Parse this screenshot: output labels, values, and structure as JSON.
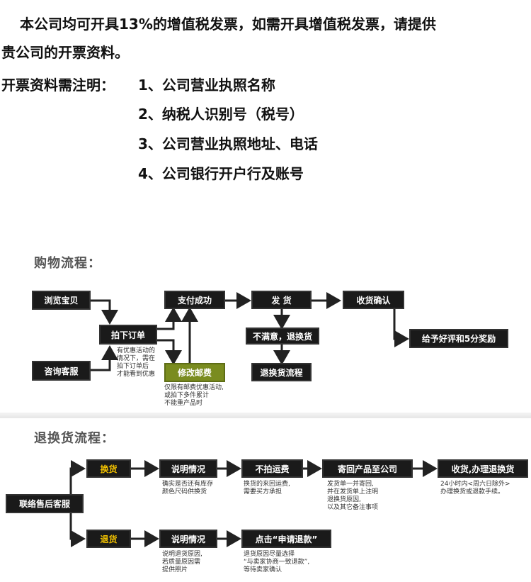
{
  "invoice": {
    "line1": "本公司均可开具13%的增值税发票，如需开具增值税发票，请提供",
    "line2": "贵公司的开票资料。",
    "label": "开票资料需注明：",
    "items": [
      "1、公司营业执照名称",
      "2、纳税人识别号（税号）",
      "3、公司营业执照地址、电话",
      "4、公司银行开户行及账号"
    ]
  },
  "shopping": {
    "title": "购物流程：",
    "browse": "浏览宝贝",
    "order": "拍下订单",
    "consult": "咨询客服",
    "pay": "支付成功",
    "modify": "修改邮费",
    "ship": "发  货",
    "unsatisfied": "不满意，退换货",
    "return_flow": "退换货流程",
    "confirm": "收货确认",
    "reward": "给予好评和5分奖励",
    "note_discount": [
      "有优惠活动的",
      "情况下，需在",
      "拍下订单后",
      "才能看到优惠"
    ],
    "note_postage": [
      "仅限有邮费优惠活动,",
      "或拍下多件累计",
      "不能重产品时"
    ]
  },
  "returns": {
    "title": "退换货流程：",
    "contact": "联络售后客服",
    "exchange": "换货",
    "refund": "退货",
    "explain1": "说明情况",
    "explain2": "说明情况",
    "no_shipping": "不拍运费",
    "send_back": "寄回产品至公司",
    "receive": "收货,办理退换货",
    "apply": "点击“申请退款”",
    "note_explain1": [
      "确实是否还有库存",
      "颜色尺码供换货"
    ],
    "note_no_shipping": [
      "换货的来回运费,",
      "需要买方承担"
    ],
    "note_send_back": [
      "发货单一并寄回,",
      "并在发货单上注明",
      "退换货原因,",
      "以及其它备注事项"
    ],
    "note_receive": [
      "24小时内<周六日除外>",
      "办理换货或退款手续。"
    ],
    "note_explain2": [
      "说明退货原因,",
      "若质量原因需",
      "提供照片"
    ],
    "note_apply": [
      "退货原因尽量选择",
      "“与卖家协商一致退款”,",
      "等待卖家确认"
    ]
  }
}
